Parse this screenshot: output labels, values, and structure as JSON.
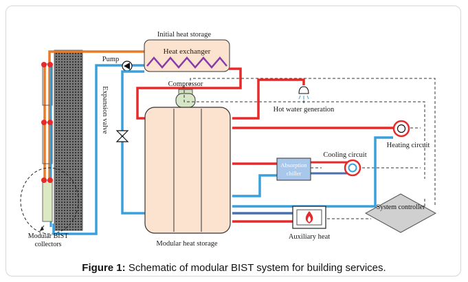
{
  "diagram": {
    "labels": {
      "initial_heat_storage": "Initial heat storage",
      "heat_exchanger": "Heat exchanger",
      "pump": "Pump",
      "compressor": "Compressor",
      "expansion_valve": "Expansion valve",
      "hot_water_generation": "Hot water generation",
      "heating_circuit": "Heating circuit",
      "cooling_circuit": "Cooling circuit",
      "absorption_chiller": "Absorption chiller",
      "auxiliary_heat": "Auxiliary heat",
      "system_controller": "System controller",
      "modular_heat_storage": "Modular heat storage",
      "modular_bist_collectors": "Modular BIST collectors"
    },
    "colors": {
      "hot_pipe": "#e62a2a",
      "cold_pipe": "#3aa0dc",
      "collector_pipe": "#e87a2c",
      "return_pipe": "#4a6fb0",
      "coil": "#8a3aa8",
      "tank_fill": "#fbe3cf",
      "chiller_fill": "#a9c7ea",
      "collector_fill": "#dce9c2"
    }
  },
  "caption": {
    "prefix": "Figure 1:",
    "text": "Schematic of modular BIST system for building services."
  }
}
